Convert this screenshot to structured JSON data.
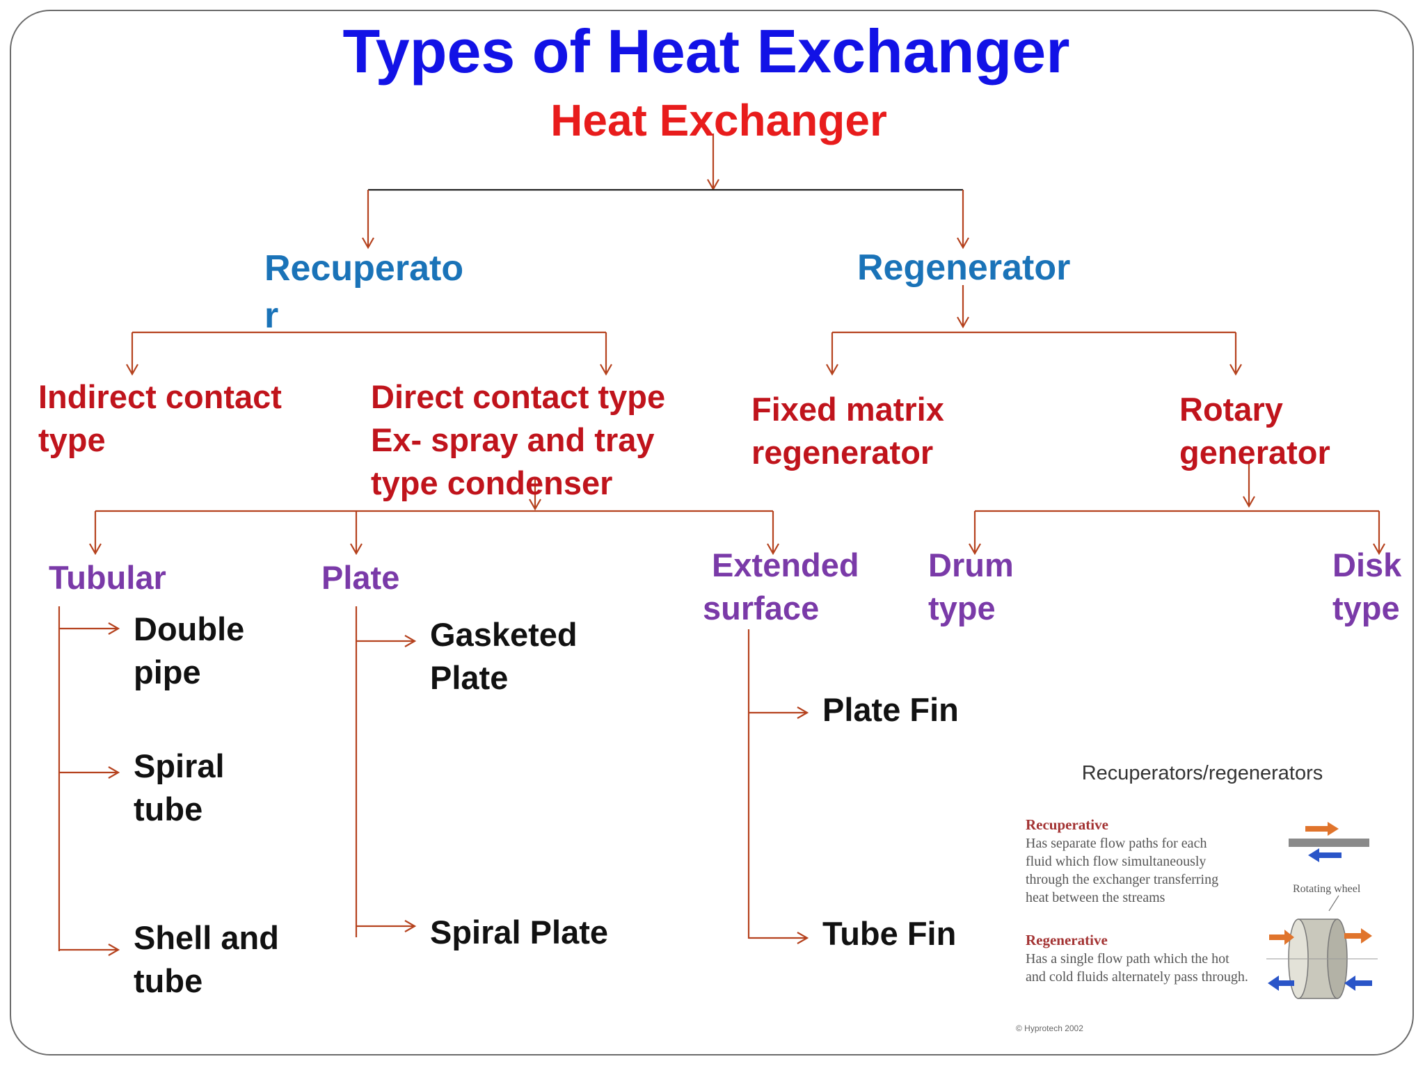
{
  "title": "Types of Heat Exchanger",
  "root": "Heat Exchanger",
  "level1": {
    "left": "Recuperato\nr",
    "right": "Regenerator"
  },
  "level2": {
    "indirect": "Indirect contact\ntype",
    "direct": "Direct contact type\nEx- spray and tray\ntype condenser",
    "fixed": "Fixed matrix\nregenerator",
    "rotary": "Rotary\ngenerator"
  },
  "level3": {
    "tubular": "Tubular",
    "plate": "Plate",
    "extended": " Extended\nsurface",
    "drum": "Drum\ntype",
    "disk": "Disk\ntype"
  },
  "level4": {
    "double_pipe": "Double\npipe",
    "spiral_tube": "Spiral\ntube",
    "shell_tube": "Shell and\ntube",
    "gasketed": "Gasketed\nPlate",
    "spiral_plate": "Spiral Plate",
    "plate_fin": "Plate Fin",
    "tube_fin": "Tube Fin"
  },
  "inset": {
    "title": "Recuperators/regenerators",
    "recup_head": "Recuperative",
    "recup_text": "Has separate flow paths for each fluid which flow simultaneously through the exchanger transferring heat between the streams",
    "regen_head": "Regenerative",
    "regen_text": "Has a single flow path which the hot and cold fluids alternately pass through.",
    "wheel_label": "Rotating wheel",
    "copyright": "© Hyprotech 2002"
  },
  "colors": {
    "title": "#1212e6",
    "root": "#e81c1c",
    "level1": "#1a73b8",
    "level2": "#c0141c",
    "level3": "#7a3aa8",
    "level4": "#111111",
    "connector_red": "#b5421e",
    "connector_black": "#222222",
    "hot_arrow": "#e0742c",
    "cold_arrow": "#2a55c8"
  }
}
